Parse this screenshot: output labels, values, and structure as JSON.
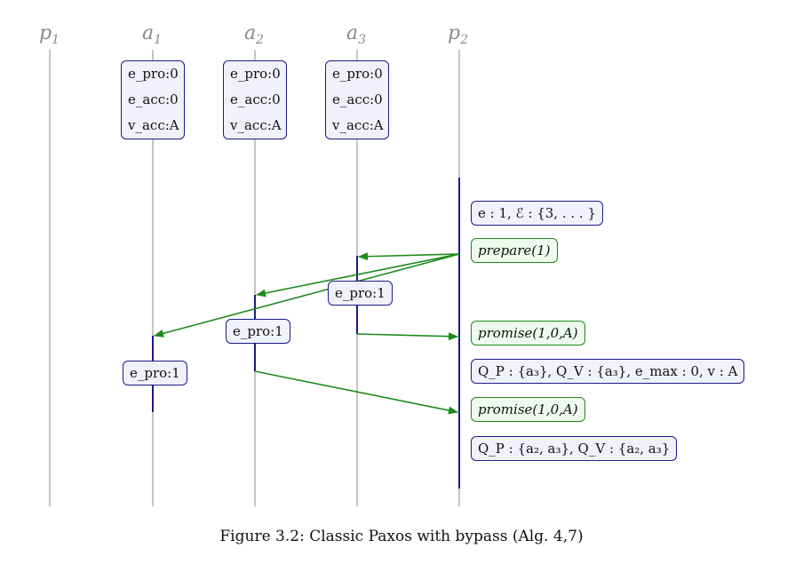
{
  "lanes": [
    {
      "base": "p",
      "sub": "1"
    },
    {
      "base": "a",
      "sub": "1"
    },
    {
      "base": "a",
      "sub": "2"
    },
    {
      "base": "a",
      "sub": "3"
    },
    {
      "base": "p",
      "sub": "2"
    }
  ],
  "initial_state": {
    "line1": "e_pro:0",
    "line2": "e_acc:0",
    "line3": "v_acc:A"
  },
  "boxes": {
    "epoch": "e : 1, ℰ : {3, . . . }",
    "prepare": "prepare(1)",
    "a3_update": "e_pro:1",
    "a2_update": "e_pro:1",
    "a1_update": "e_pro:1",
    "promise_1": "promise(1,0,A)",
    "quorum_1": "Q_P : {a₃}, Q_V : {a₃}, e_max : 0, v : A",
    "promise_2": "promise(1,0,A)",
    "quorum_2": "Q_P : {a₂, a₃}, Q_V : {a₂, a₃}"
  },
  "caption": "Figure 3.2: Classic Paxos with bypass (Alg. 4,7)",
  "colors": {
    "lifeline": "#8a8a8a",
    "state_border": "#1a1a8c",
    "state_fill": "#f1f1fb",
    "message_border": "#1b8a1b",
    "message_fill": "#eefaee",
    "arrow": "#1b8a1b"
  }
}
